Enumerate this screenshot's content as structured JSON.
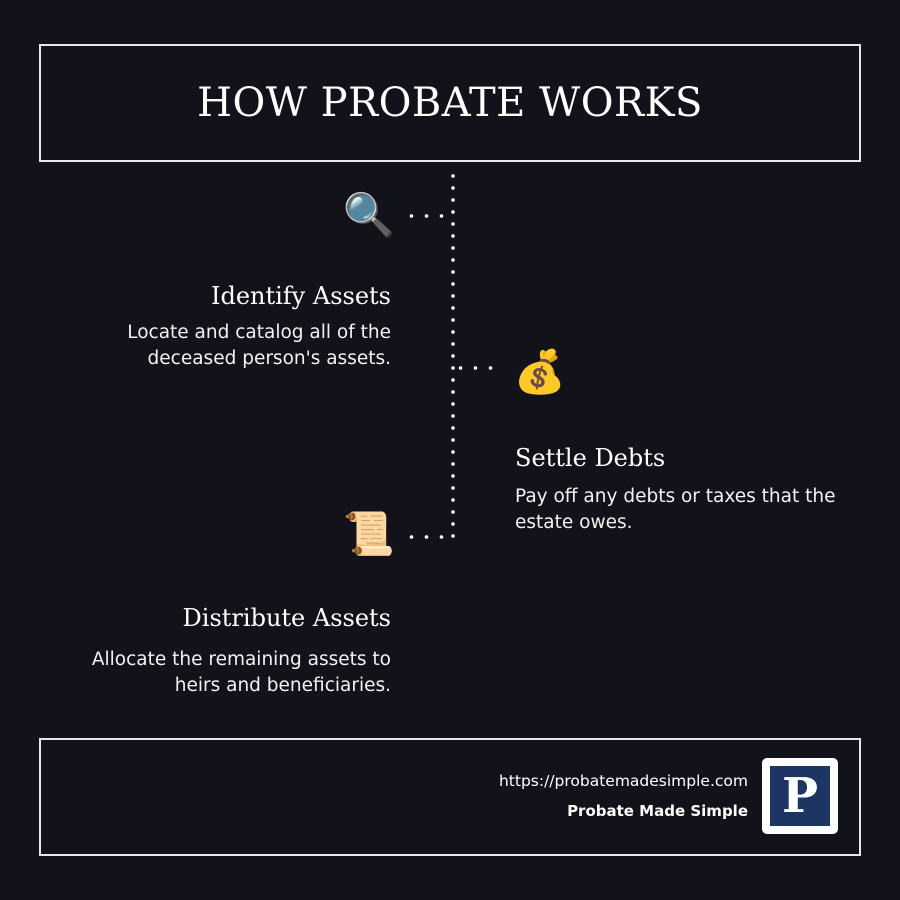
{
  "header": {
    "title": "HOW PROBATE WORKS"
  },
  "steps": [
    {
      "icon": "🔍",
      "icon_name": "magnifying-glass-icon",
      "title": "Identify Assets",
      "description": "Locate and catalog all of the deceased person's assets."
    },
    {
      "icon": "💰",
      "icon_name": "money-bag-icon",
      "title": "Settle Debts",
      "description": "Pay off any debts or taxes that the estate owes."
    },
    {
      "icon": "📜",
      "icon_name": "scroll-icon",
      "title": "Distribute Assets",
      "description": "Allocate the remaining assets to heirs and beneficiaries."
    }
  ],
  "footer": {
    "url": "https://probatemadesimple.com",
    "brand": "Probate Made Simple",
    "logo_letter": "P"
  },
  "colors": {
    "background": "#12131a",
    "frame": "#e8e8e8",
    "logo_blue": "#1c3563"
  }
}
